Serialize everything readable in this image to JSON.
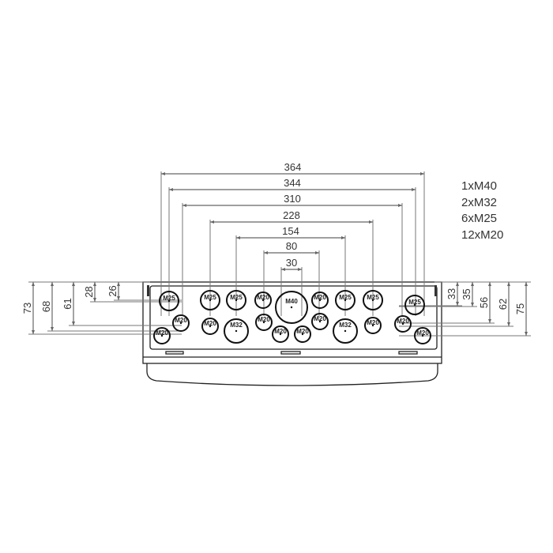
{
  "horizontal_dimensions": [
    "364",
    "344",
    "310",
    "228",
    "154",
    "80",
    "30"
  ],
  "left_dimensions": [
    "73",
    "68",
    "61",
    "28",
    "26"
  ],
  "right_dimensions": [
    "33",
    "35",
    "56",
    "62",
    "75"
  ],
  "glands": [
    "M25",
    "M25",
    "M25",
    "M20",
    "M40",
    "M20",
    "M25",
    "M25",
    "M25",
    "M20",
    "M20",
    "M32",
    "M20",
    "M20",
    "M20",
    "M20",
    "M32",
    "M20",
    "M20",
    "M20",
    "M20"
  ],
  "legend": [
    "1xM40",
    "2xM32",
    "6xM25",
    "12xM20"
  ]
}
